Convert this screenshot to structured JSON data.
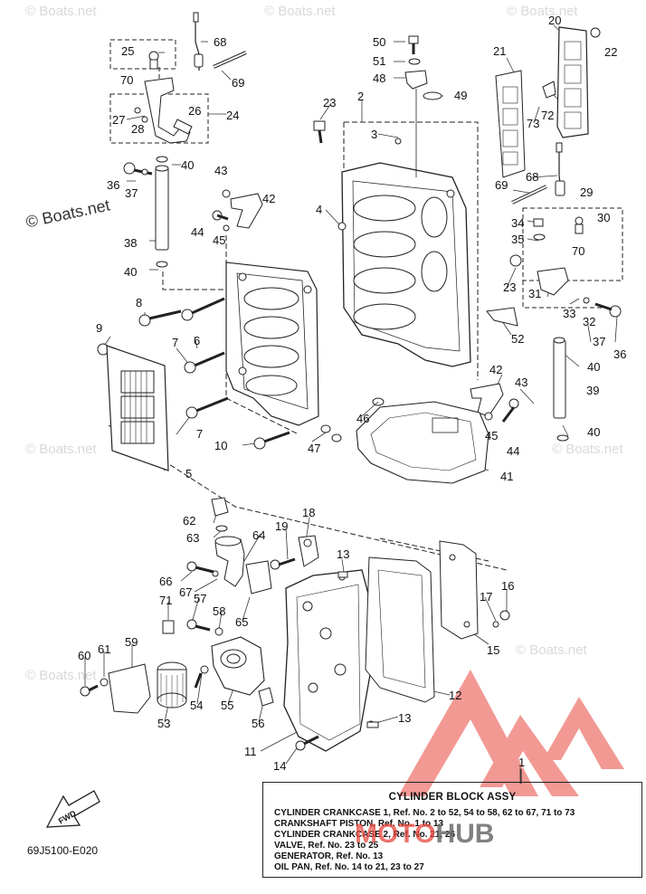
{
  "watermark": {
    "text": "© Boats.net",
    "strong_text": "© Boats.net"
  },
  "callouts": [
    "1",
    "2",
    "3",
    "4",
    "5",
    "6",
    "7",
    "7",
    "8",
    "9",
    "10",
    "11",
    "12",
    "13",
    "13",
    "14",
    "15",
    "16",
    "17",
    "18",
    "19",
    "20",
    "21",
    "22",
    "23",
    "23",
    "24",
    "25",
    "26",
    "27",
    "28",
    "29",
    "30",
    "31",
    "32",
    "33",
    "34",
    "35",
    "36",
    "36",
    "37",
    "37",
    "38",
    "39",
    "40",
    "40",
    "40",
    "40",
    "41",
    "42",
    "42",
    "43",
    "43",
    "44",
    "44",
    "45",
    "45",
    "46",
    "47",
    "48",
    "49",
    "50",
    "51",
    "52",
    "53",
    "54",
    "55",
    "56",
    "57",
    "58",
    "59",
    "60",
    "61",
    "62",
    "63",
    "64",
    "65",
    "66",
    "67",
    "68",
    "68",
    "69",
    "69",
    "70",
    "70",
    "71",
    "72",
    "73"
  ],
  "legend": {
    "title": "CYLINDER BLOCK ASSY",
    "lines": [
      "CYLINDER CRANKCASE 1, Ref. No. 2 to 52, 54 to 58, 62 to 67, 71 to 73",
      "CRANKSHAFT PISTON, Ref. No. 1 to 13",
      "CYLINDER CRANKCASE 2, Ref. No. 21, 26",
      "VALVE, Ref. No. 23 to 25",
      "GENERATOR, Ref. No. 13",
      "OIL PAN, Ref. No. 14 to 21, 23 to 27"
    ]
  },
  "fwd_label": "FWD",
  "diagram_code": "69J5100-E020",
  "brand": {
    "part1": "MOTO",
    "part2": "HUB",
    "red": "#e9463d",
    "gray": "#6b6b6b"
  }
}
